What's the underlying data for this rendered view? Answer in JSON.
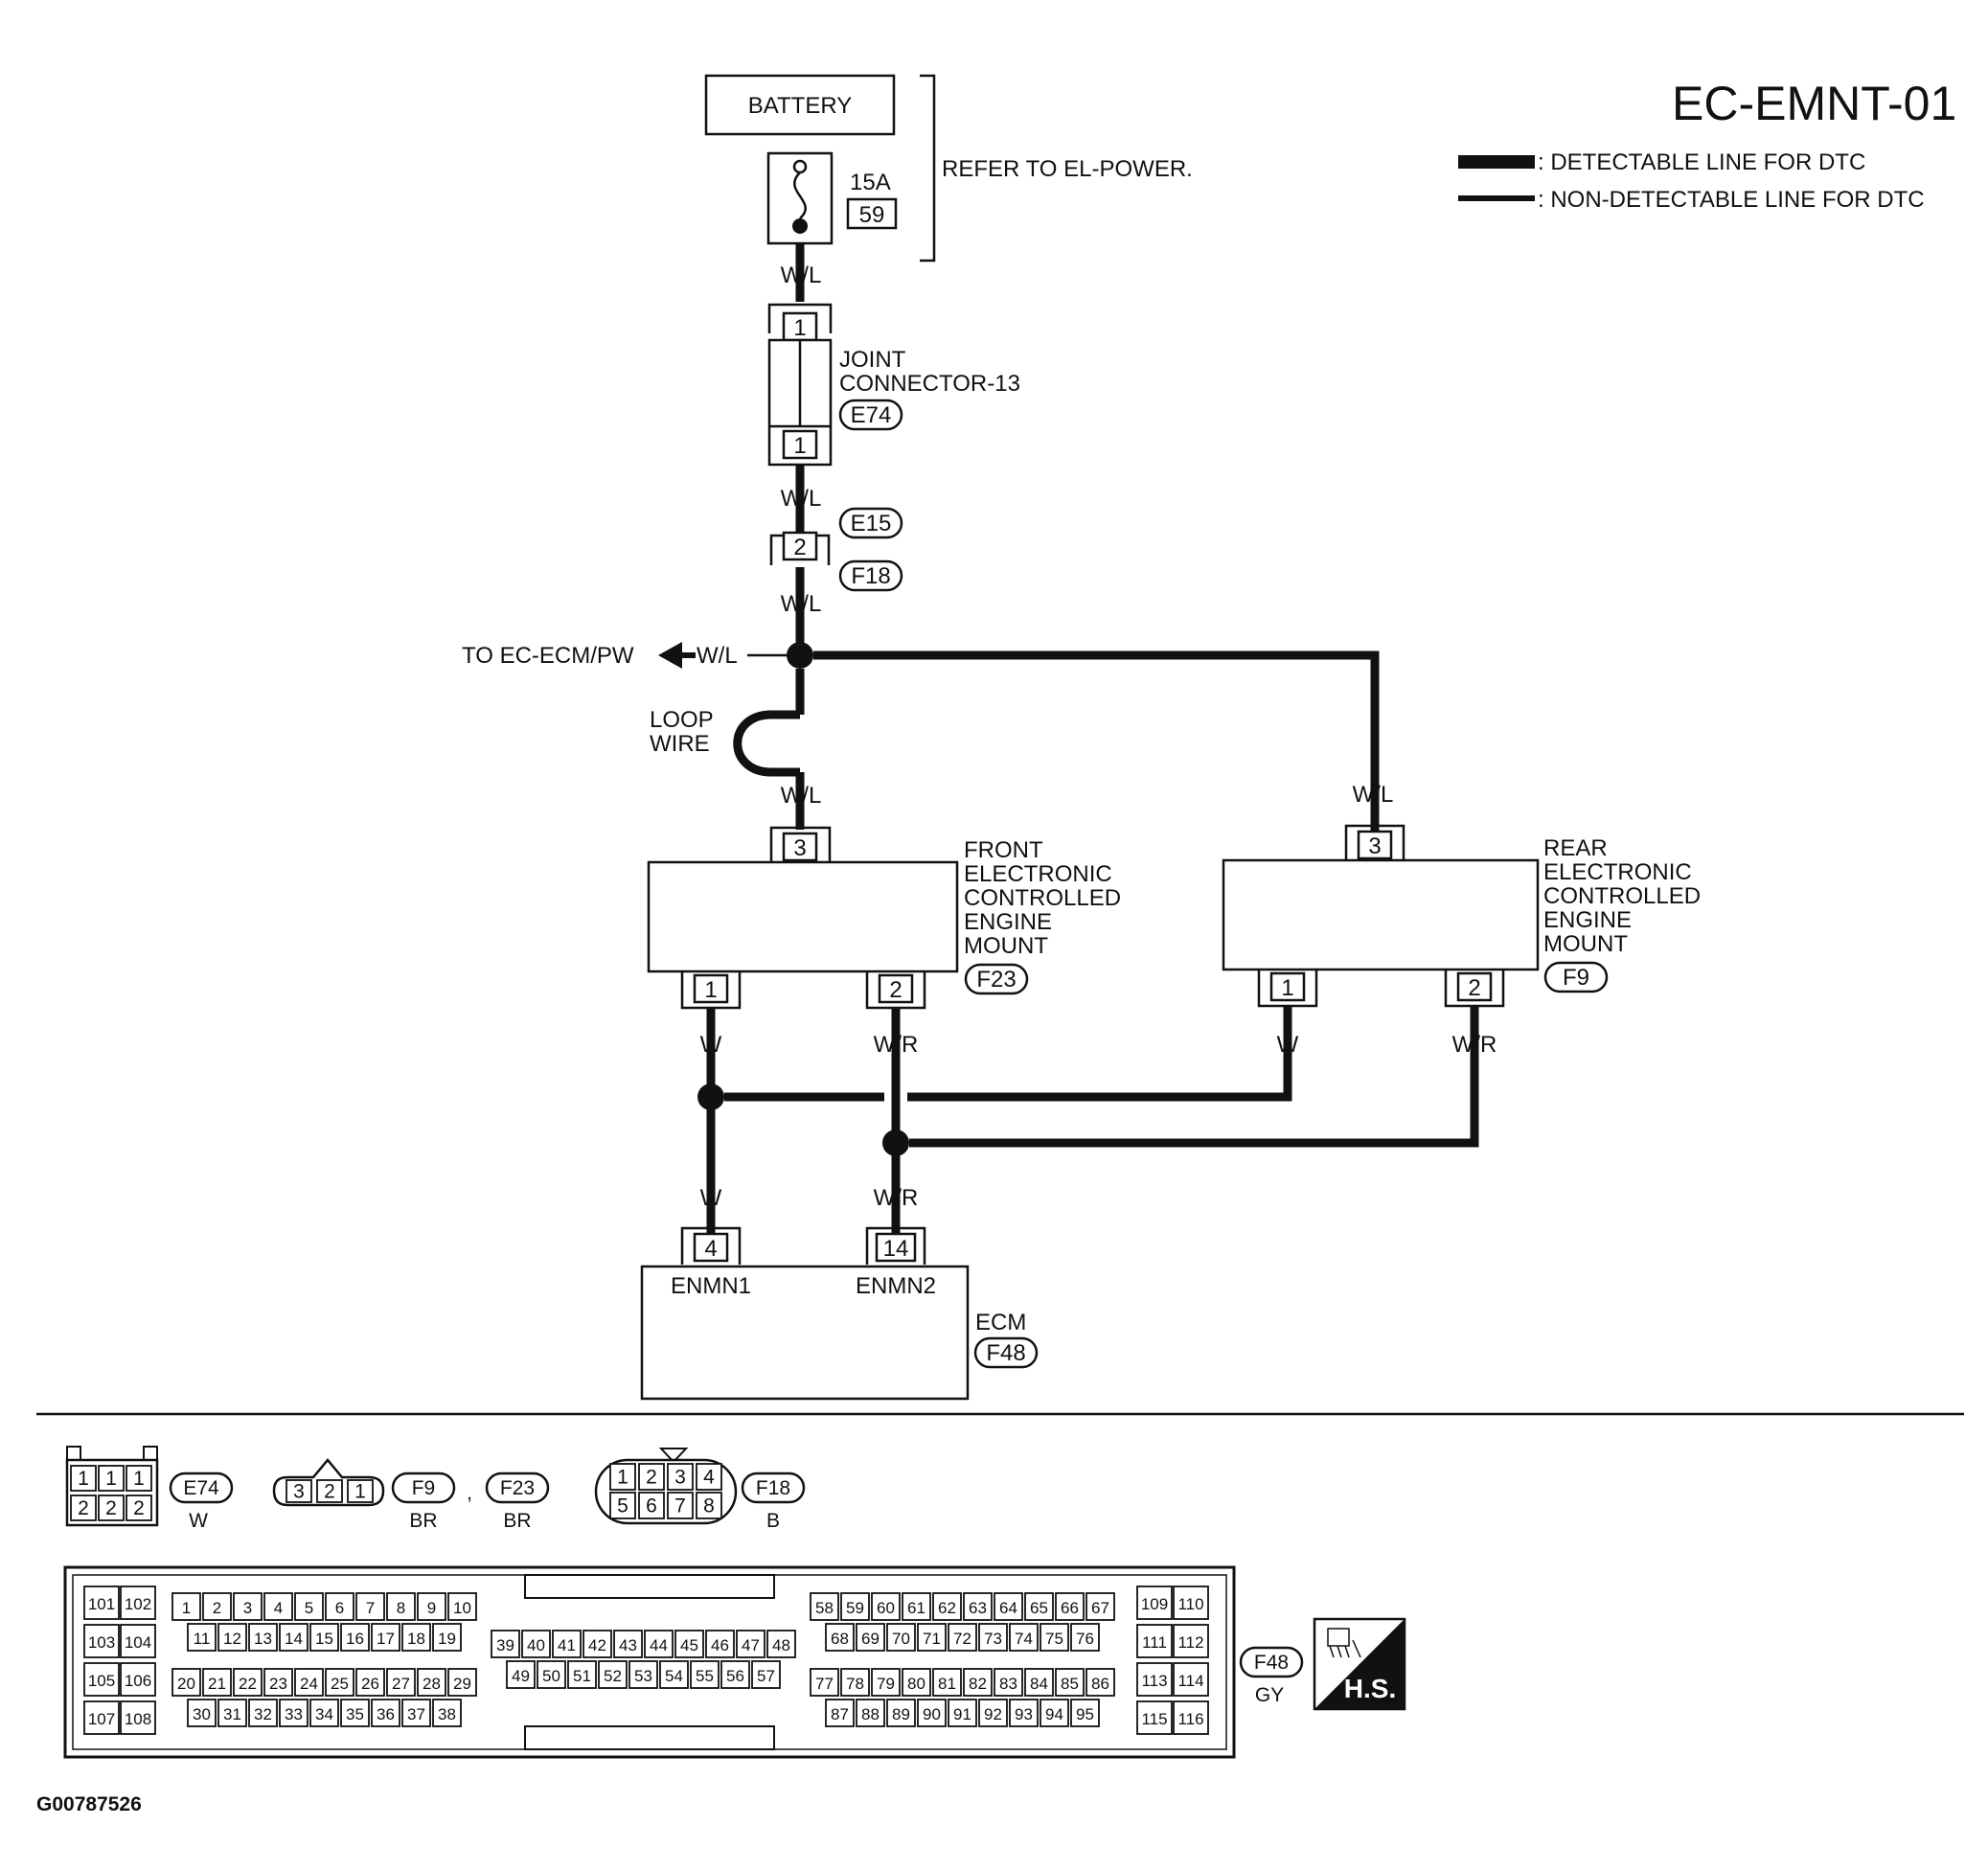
{
  "header": {
    "title": "EC-EMNT-01",
    "legend": [
      {
        "label": ": DETECTABLE LINE FOR DTC"
      },
      {
        "label": ": NON-DETECTABLE LINE FOR DTC"
      }
    ]
  },
  "power": {
    "battery": "BATTERY",
    "fuse_rating": "15A",
    "fuse_number": "59",
    "refer_note": "REFER TO EL-POWER."
  },
  "joint_connector": {
    "line1": "JOINT",
    "line2": "CONNECTOR-13",
    "connector": "E74",
    "pin_top": "1",
    "pin_bottom": "1"
  },
  "harness": {
    "pin": "2",
    "connector_top": "E15",
    "connector_bottom": "F18"
  },
  "wires": {
    "wl": "W/L",
    "w": "W",
    "wr": "W/R"
  },
  "branch": {
    "to_label": "TO EC-ECM/PW",
    "loop_line1": "LOOP",
    "loop_line2": "WIRE"
  },
  "front_mount": {
    "lines": [
      "FRONT",
      "ELECTRONIC",
      "CONTROLLED",
      "ENGINE",
      "MOUNT"
    ],
    "connector": "F23",
    "pin_top": "3",
    "pin_left": "1",
    "pin_right": "2"
  },
  "rear_mount": {
    "lines": [
      "REAR",
      "ELECTRONIC",
      "CONTROLLED",
      "ENGINE",
      "MOUNT"
    ],
    "connector": "F9",
    "pin_top": "3",
    "pin_left": "1",
    "pin_right": "2"
  },
  "ecm": {
    "label": "ECM",
    "connector": "F48",
    "pin1": "4",
    "pin2": "14",
    "terminal1": "ENMN1",
    "terminal2": "ENMN2"
  },
  "connector_views": {
    "e74": {
      "connector": "E74",
      "color": "W",
      "top": [
        "1",
        "1",
        "1"
      ],
      "bottom": [
        "2",
        "2",
        "2"
      ]
    },
    "f9_f23": {
      "pins": [
        "3",
        "2",
        "1"
      ],
      "connector_a": "F9",
      "separator": ",",
      "connector_b": "F23",
      "color_a": "BR",
      "color_b": "BR"
    },
    "f18": {
      "connector": "F18",
      "color": "B",
      "top": [
        "1",
        "2",
        "3",
        "4"
      ],
      "bottom": [
        "5",
        "6",
        "7",
        "8"
      ]
    },
    "f48": {
      "connector": "F48",
      "color": "GY",
      "badge": "H.S.",
      "left_cols": [
        [
          "101",
          "102"
        ],
        [
          "103",
          "104"
        ],
        [
          "105",
          "106"
        ],
        [
          "107",
          "108"
        ]
      ],
      "right_cols": [
        [
          "109",
          "110"
        ],
        [
          "111",
          "112"
        ],
        [
          "113",
          "114"
        ],
        [
          "115",
          "116"
        ]
      ],
      "g1_r1": [
        "1",
        "2",
        "3",
        "4",
        "5",
        "6",
        "7",
        "8",
        "9",
        "10"
      ],
      "g1_r2": [
        "11",
        "12",
        "13",
        "14",
        "15",
        "16",
        "17",
        "18",
        "19"
      ],
      "g1_r3": [
        "20",
        "21",
        "22",
        "23",
        "24",
        "25",
        "26",
        "27",
        "28",
        "29"
      ],
      "g1_r4": [
        "30",
        "31",
        "32",
        "33",
        "34",
        "35",
        "36",
        "37",
        "38"
      ],
      "g2_r1": [
        "39",
        "40",
        "41",
        "42",
        "43",
        "44",
        "45",
        "46",
        "47",
        "48"
      ],
      "g2_r2": [
        "49",
        "50",
        "51",
        "52",
        "53",
        "54",
        "55",
        "56",
        "57"
      ],
      "g3_r1": [
        "58",
        "59",
        "60",
        "61",
        "62",
        "63",
        "64",
        "65",
        "66",
        "67"
      ],
      "g3_r2": [
        "68",
        "69",
        "70",
        "71",
        "72",
        "73",
        "74",
        "75",
        "76"
      ],
      "g3_r3": [
        "77",
        "78",
        "79",
        "80",
        "81",
        "82",
        "83",
        "84",
        "85",
        "86"
      ],
      "g3_r4": [
        "87",
        "88",
        "89",
        "90",
        "91",
        "92",
        "93",
        "94",
        "95"
      ]
    }
  },
  "footer": {
    "code": "G00787526"
  }
}
